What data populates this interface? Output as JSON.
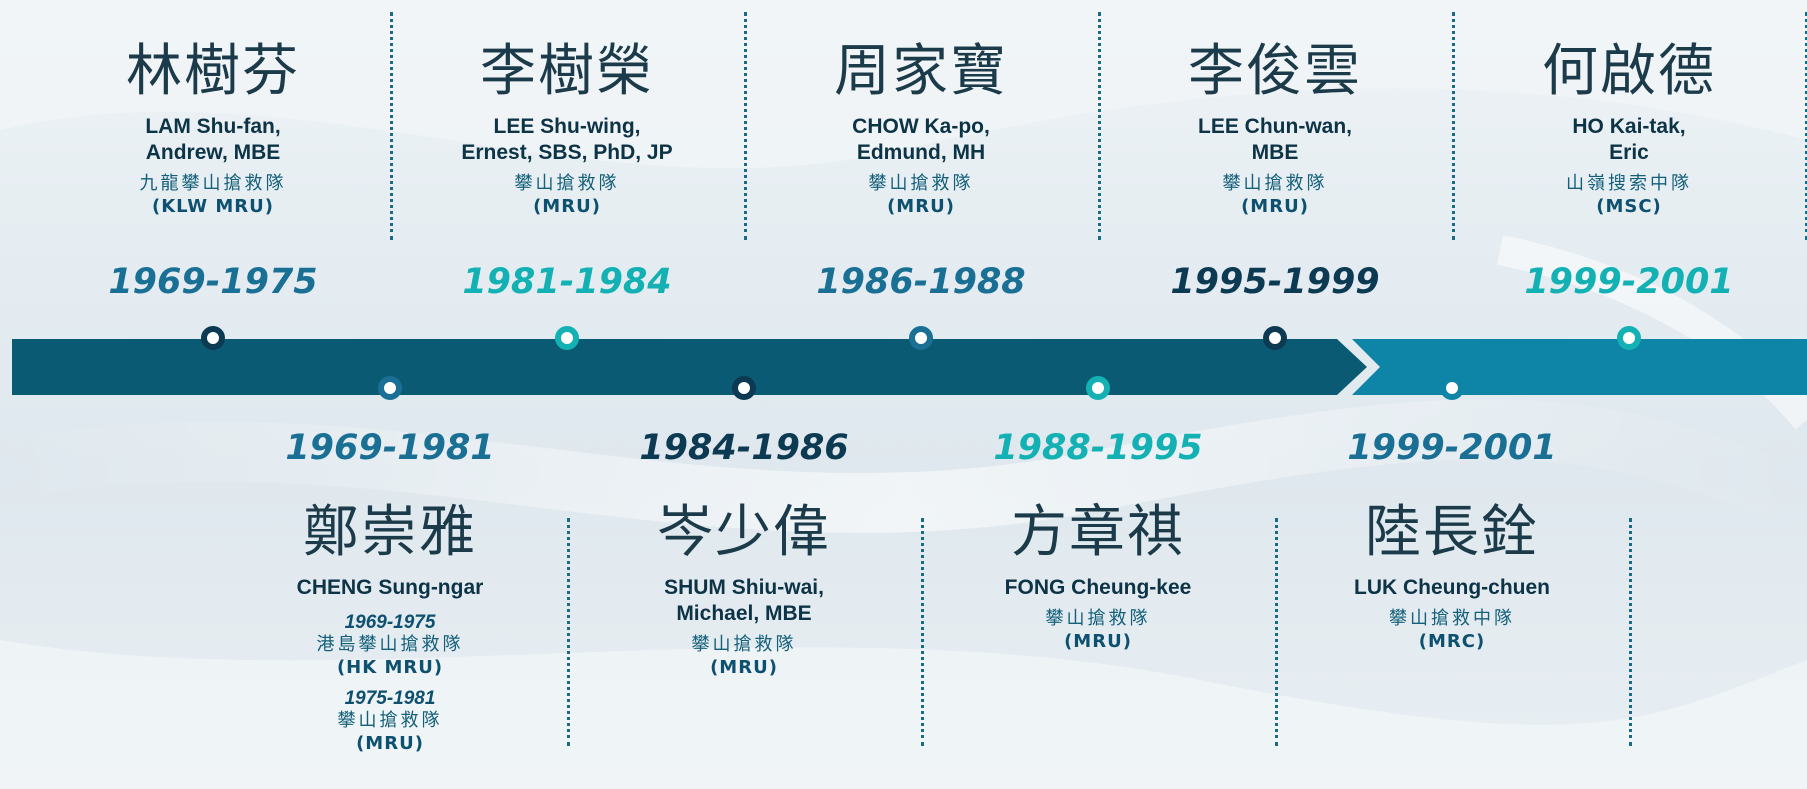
{
  "colors": {
    "dark_teal": "#0d4d63",
    "band_dark": "#0b5a73",
    "band_light": "#0e85a6",
    "accent_teal": "#13b1b3",
    "mid_blue": "#1a6f95",
    "navy": "#0c3a52"
  },
  "top_entries": [
    {
      "name_cn": "林樹芬",
      "name_en": [
        "LAM Shu-fan,",
        "Andrew, MBE"
      ],
      "team_cn": "九龍攀山搶救隊",
      "team_abbr": "(KLW MRU)",
      "year": "1969-1975",
      "year_color": "#1a6f95",
      "node_color": "#0c3a52"
    },
    {
      "name_cn": "李樹榮",
      "name_en": [
        "LEE Shu-wing,",
        "Ernest, SBS, PhD, JP"
      ],
      "team_cn": "攀山搶救隊",
      "team_abbr": "(MRU)",
      "year": "1981-1984",
      "year_color": "#13b1b3",
      "node_color": "#13b1b3"
    },
    {
      "name_cn": "周家寶",
      "name_en": [
        "CHOW Ka-po,",
        "Edmund, MH"
      ],
      "team_cn": "攀山搶救隊",
      "team_abbr": "(MRU)",
      "year": "1986-1988",
      "year_color": "#1a6f95",
      "node_color": "#1a6f95"
    },
    {
      "name_cn": "李俊雲",
      "name_en": [
        "LEE Chun-wan,",
        "MBE"
      ],
      "team_cn": "攀山搶救隊",
      "team_abbr": "(MRU)",
      "year": "1995-1999",
      "year_color": "#0c3a52",
      "node_color": "#0c3a52"
    },
    {
      "name_cn": "何啟德",
      "name_en": [
        "HO Kai-tak,",
        "Eric"
      ],
      "team_cn": "山嶺搜索中隊",
      "team_abbr": "(MSC)",
      "year": "1999-2001",
      "year_color": "#13b1b3",
      "node_color": "#13b1b3"
    }
  ],
  "bottom_entries": [
    {
      "name_cn": "鄭崇雅",
      "name_en": [
        "CHENG Sung-ngar"
      ],
      "sub_year_1": "1969-1975",
      "team_cn_1": "港島攀山搶救隊",
      "team_abbr_1": "(HK MRU)",
      "sub_year_2": "1975-1981",
      "team_cn_2": "攀山搶救隊",
      "team_abbr_2": "(MRU)",
      "year": "1969-1981",
      "year_color": "#1a6f95",
      "node_color": "#1a6f95"
    },
    {
      "name_cn": "岑少偉",
      "name_en": [
        "SHUM Shiu-wai,",
        "Michael, MBE"
      ],
      "team_cn": "攀山搶救隊",
      "team_abbr": "(MRU)",
      "year": "1984-1986",
      "year_color": "#0c3a52",
      "node_color": "#0c3a52"
    },
    {
      "name_cn": "方章祺",
      "name_en": [
        "FONG Cheung-kee"
      ],
      "team_cn": "攀山搶救隊",
      "team_abbr": "(MRU)",
      "year": "1988-1995",
      "year_color": "#13b1b3",
      "node_color": "#13b1b3"
    },
    {
      "name_cn": "陸長銓",
      "name_en": [
        "LUK Cheung-chuen"
      ],
      "team_cn": "攀山搶救中隊",
      "team_abbr": "(MRC)",
      "year": "1999-2001",
      "year_color": "#1a6f95",
      "node_color": "#0e85a6"
    }
  ]
}
